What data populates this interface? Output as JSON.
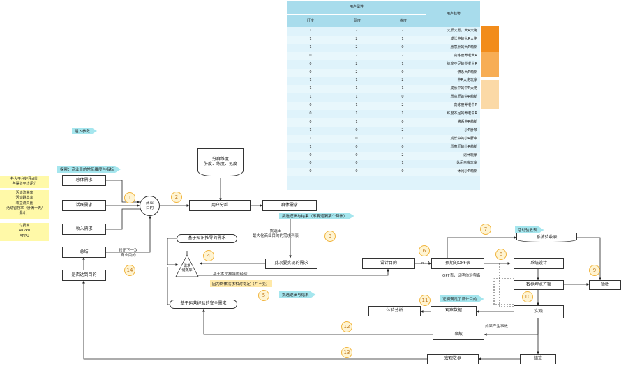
{
  "table": {
    "group_header": "用户属性",
    "tag_header": "用户标签",
    "columns": [
      "肝度",
      "氪度",
      "练度"
    ],
    "rows": [
      {
        "g": "1",
        "k": "2",
        "l": "2",
        "tag": "又肝又氪，大R大佬"
      },
      {
        "g": "1",
        "k": "2",
        "l": "1",
        "tag": "成长中的大R大佬"
      },
      {
        "g": "1",
        "k": "2",
        "l": "0",
        "tag": "愿意肝的大R萌新"
      },
      {
        "g": "0",
        "k": "2",
        "l": "2",
        "tag": "高练度养老大R"
      },
      {
        "g": "0",
        "k": "2",
        "l": "1",
        "tag": "练度不足的养老大R"
      },
      {
        "g": "0",
        "k": "2",
        "l": "0",
        "tag": "佛系大R萌新"
      },
      {
        "g": "1",
        "k": "1",
        "l": "2",
        "tag": "中R大佬玩家"
      },
      {
        "g": "1",
        "k": "1",
        "l": "1",
        "tag": "成长中的中R大佬"
      },
      {
        "g": "1",
        "k": "1",
        "l": "0",
        "tag": "愿意肝的中R萌新"
      },
      {
        "g": "0",
        "k": "1",
        "l": "2",
        "tag": "高练度养老中R"
      },
      {
        "g": "0",
        "k": "1",
        "l": "1",
        "tag": "练度不足的养老中R"
      },
      {
        "g": "0",
        "k": "1",
        "l": "0",
        "tag": "佛系中R萌新"
      },
      {
        "g": "1",
        "k": "0",
        "l": "2",
        "tag": "小R肝帝"
      },
      {
        "g": "1",
        "k": "0",
        "l": "1",
        "tag": "成长中的小R肝帝"
      },
      {
        "g": "1",
        "k": "0",
        "l": "0",
        "tag": "愿意肝的小R萌新"
      },
      {
        "g": "0",
        "k": "0",
        "l": "2",
        "tag": "退休玩家"
      },
      {
        "g": "0",
        "k": "0",
        "l": "1",
        "tag": "休闲自嗨玩家"
      },
      {
        "g": "0",
        "k": "0",
        "l": "0",
        "tag": "休闲小R萌新"
      }
    ],
    "swatch_colors": [
      "#f28c1b",
      "#f7ad55",
      "#fbd9a6"
    ]
  },
  "notes": {
    "n1": "各大平台好评占比\n各渠道平均评分",
    "n2": "活动流失率\n活动跳出率\n收益流失比\n活动留存率（肝满一天/\n漏斗）",
    "n3": "付费率\nARPPU\nARPU"
  },
  "tags": {
    "insert_params": "插入参数",
    "explore": "探索：商业目的常见维度与指标",
    "filter_logic": "挑选逻辑与结果（不要遗漏某个群体）",
    "filter_logic2": "挑选逻辑与结果",
    "activity_acceptance": "活动验收表",
    "confirm_goal": "证明满足了设计目的"
  },
  "boxes": {
    "overall_demand": "总体需求",
    "active_demand": "活跃需求",
    "revenue_demand": "收入需求",
    "summary": "总结",
    "goal_reached": "是否达到目的",
    "business_goal": "商业\n目的",
    "user_segment": "用户分群",
    "group_demand": "群体需求",
    "segment_dims": "分群维度\n肝度、练度、氪度",
    "knowledge_demand": "基于知识推导的需求",
    "ops_experience_demand": "基于运营经验的安全需求",
    "demand_pool": "需求\n储数库",
    "current_demand": "此次要实现的需求",
    "design_goal": "设计目的",
    "expected_opf": "预期的OPF表",
    "system_acceptance": "系统验收表",
    "system_design": "系统设计",
    "tracking_plan": "数据埋点方案",
    "acceptance": "验收",
    "implement": "实践",
    "experience_analysis": "体验分析",
    "observe_data": "观察数据",
    "accident": "事故",
    "report": "结算",
    "post_data": "宏观数据"
  },
  "labels": {
    "pick_demand": "挑选出\n最大化商业目的的需求列表",
    "by_experience": "基于本次推导的经验",
    "group_priority": "因为群体需求相对稳定（并不变）",
    "correct_next": "修正下一次\n商业目的",
    "n_to_1": "n : 1",
    "opf_proof": "OPF表，证明体验完备",
    "if_accident": "如果产生事故"
  },
  "numbers": [
    "1",
    "2",
    "3",
    "4",
    "5",
    "6",
    "7",
    "8",
    "9",
    "10",
    "11",
    "12",
    "13",
    "14"
  ]
}
